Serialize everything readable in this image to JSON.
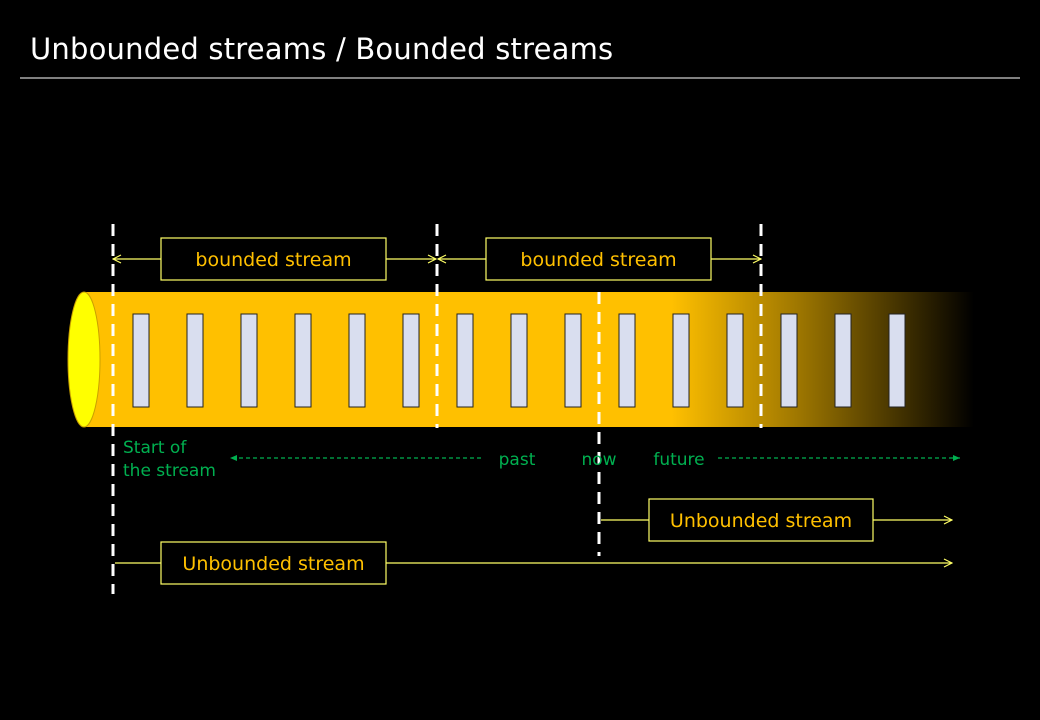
{
  "title": "Unbounded streams / Bounded streams",
  "colors": {
    "background": "#000000",
    "stream_fill": "#FFC000",
    "stream_end_cap": "#FFFF00",
    "event_box_fill": "#D9DEEF",
    "label_text": "#FFC000",
    "label_border": "#FFFF66",
    "timeline": "#00B050",
    "divider": "#FFFFFF"
  },
  "labels": {
    "bounded_1": "bounded stream",
    "bounded_2": "bounded stream",
    "unbounded_now": "Unbounded stream",
    "unbounded_start": "Unbounded stream",
    "start_line1": "Start of",
    "start_line2": "the stream",
    "past": "past",
    "now": "now",
    "future": "future"
  },
  "event_count": 15
}
